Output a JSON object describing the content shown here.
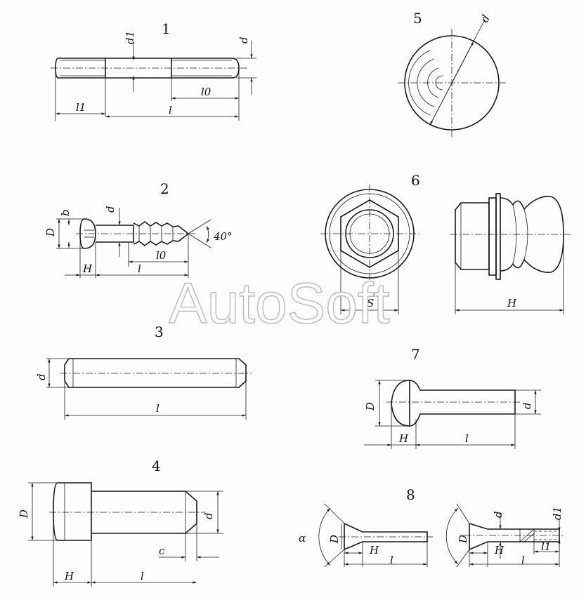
{
  "figures": [
    {
      "number": "1",
      "labels": [
        "d1",
        "d",
        "l0",
        "l1",
        "l"
      ]
    },
    {
      "number": "2",
      "labels": [
        "b",
        "d",
        "D",
        "40°",
        "l0",
        "H",
        "l"
      ]
    },
    {
      "number": "3",
      "labels": [
        "d",
        "l"
      ]
    },
    {
      "number": "4",
      "labels": [
        "D",
        "d",
        "c",
        "H",
        "l"
      ]
    },
    {
      "number": "5",
      "labels": [
        "d"
      ]
    },
    {
      "number": "6",
      "labels": [
        "S",
        "H"
      ]
    },
    {
      "number": "7",
      "labels": [
        "D",
        "d",
        "H",
        "l"
      ]
    },
    {
      "number": "8",
      "labels": [
        "α",
        "D",
        "H",
        "l",
        "d",
        "D",
        "H",
        "l",
        "d1",
        "l1"
      ]
    }
  ],
  "watermark": "AutoSoft"
}
